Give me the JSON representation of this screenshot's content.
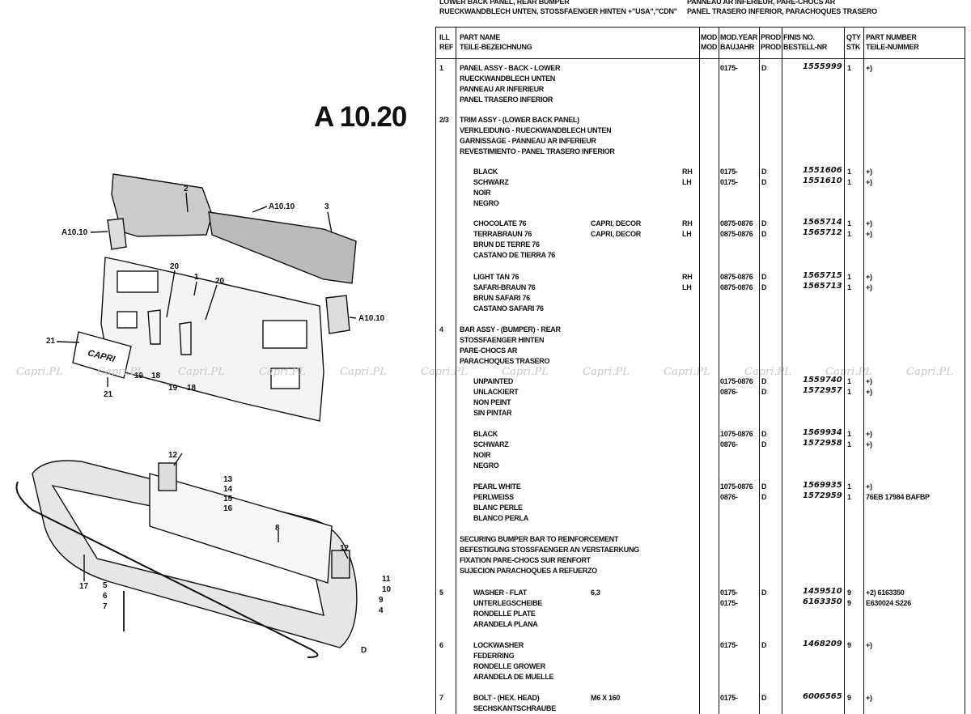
{
  "header": {
    "left_line1": "LOWER BACK PANEL, REAR BUMPER",
    "left_line2": "RUECKWANDBLECH UNTEN, STOSSFAENGER HINTEN +\"USA\",\"CDN\"",
    "right_line1": "PANNEAU AR INFERIEUR, PARE-CHOCS AR",
    "right_line2": "PANEL TRASERO INFERIOR, PARACHOQUES TRASERO"
  },
  "section_code": "A 10.20",
  "diagram": {
    "callouts": [
      "1",
      "2",
      "3",
      "4",
      "5",
      "6",
      "7",
      "8",
      "9",
      "10",
      "11",
      "12",
      "13",
      "14",
      "15",
      "16",
      "17",
      "18",
      "19",
      "20",
      "21"
    ],
    "refs": [
      "A10.10",
      "A10.10",
      "A10.10"
    ],
    "plate_text": "CAPRI",
    "corner_label": "D"
  },
  "watermark": "Capri.PL",
  "columns": {
    "ill_ref": [
      "ILL",
      "REF"
    ],
    "part_name": [
      "PART NAME",
      "TEILE-BEZEICHNUNG"
    ],
    "mod": [
      "MOD",
      "MOD"
    ],
    "mod_year": [
      "MOD.YEAR",
      "BAUJAHR"
    ],
    "prod": [
      "PROD",
      "PROD"
    ],
    "finis": [
      "FINIS NO.",
      "BESTELL-NR"
    ],
    "qty": [
      "QTY",
      "STK"
    ],
    "part_number": [
      "PART NUMBER",
      "TEILE-NUMMER"
    ]
  },
  "rows": [
    {
      "ref": "1",
      "names": [
        "PANEL ASSY - BACK - LOWER",
        "RUECKWANDBLECH UNTEN",
        "PANNEAU AR INFERIEUR",
        "PANEL TRASERO INFERIOR"
      ],
      "mod": "",
      "side": "",
      "lines": [
        {
          "year": "0175-",
          "prod": "D",
          "finis": "1555999",
          "qty": "1",
          "pn": "+)"
        }
      ]
    },
    {
      "ref": "2/3",
      "names": [
        "TRIM ASSY - (LOWER BACK PANEL)",
        "VERKLEIDUNG - RUECKWANDBLECH UNTEN",
        "GARNISSAGE - PANNEAU AR INFERIEUR",
        "REVESTIMIENTO - PANEL TRASERO INFERIOR"
      ],
      "mod": "",
      "side": "",
      "lines": []
    },
    {
      "ref": "",
      "names": [
        "BLACK",
        "SCHWARZ",
        "NOIR",
        "NEGRO"
      ],
      "mod": "",
      "sides": [
        "RH",
        "LH"
      ],
      "lines": [
        {
          "year": "0175-",
          "prod": "D",
          "finis": "1551606",
          "qty": "1",
          "pn": "+)"
        },
        {
          "year": "0175-",
          "prod": "D",
          "finis": "1551610",
          "qty": "1",
          "pn": "+)"
        }
      ]
    },
    {
      "ref": "",
      "names": [
        "CHOCOLATE 76",
        "TERRABRAUN 76",
        "BRUN DE TERRE 76",
        "CASTANO DE TIERRA 76"
      ],
      "mods": [
        "CAPRI, DECOR",
        "CAPRI, DECOR"
      ],
      "sides": [
        "RH",
        "LH"
      ],
      "lines": [
        {
          "year": "0875-0876",
          "prod": "D",
          "finis": "1565714",
          "qty": "1",
          "pn": "+)"
        },
        {
          "year": "0875-0876",
          "prod": "D",
          "finis": "1565712",
          "qty": "1",
          "pn": "+)"
        }
      ]
    },
    {
      "ref": "",
      "names": [
        "LIGHT TAN 76",
        "SAFARI-BRAUN 76",
        "BRUN SAFARI 76",
        "CASTANO SAFARI 76"
      ],
      "sides": [
        "RH",
        "LH"
      ],
      "lines": [
        {
          "year": "0875-0876",
          "prod": "D",
          "finis": "1565715",
          "qty": "1",
          "pn": "+)"
        },
        {
          "year": "0875-0876",
          "prod": "D",
          "finis": "1565713",
          "qty": "1",
          "pn": "+)"
        }
      ]
    },
    {
      "ref": "4",
      "names": [
        "BAR ASSY - (BUMPER) - REAR",
        "STOSSFAENGER HINTEN",
        "PARE-CHOCS AR",
        "PARACHOQUES TRASERO"
      ],
      "lines": []
    },
    {
      "ref": "",
      "names": [
        "UNPAINTED",
        "UNLACKIERT",
        "NON PEINT",
        "SIN PINTAR"
      ],
      "lines": [
        {
          "year": "0175-0876",
          "prod": "D",
          "finis": "1559740",
          "qty": "1",
          "pn": "+)"
        },
        {
          "year": "0876-",
          "prod": "D",
          "finis": "1572957",
          "qty": "1",
          "pn": "+)"
        }
      ]
    },
    {
      "ref": "",
      "names": [
        "BLACK",
        "SCHWARZ",
        "NOIR",
        "NEGRO"
      ],
      "lines": [
        {
          "year": "1075-0876",
          "prod": "D",
          "finis": "1569934",
          "qty": "1",
          "pn": "+)"
        },
        {
          "year": "0876-",
          "prod": "D",
          "finis": "1572958",
          "qty": "1",
          "pn": "+)"
        }
      ]
    },
    {
      "ref": "",
      "names": [
        "PEARL WHITE",
        "PERLWEISS",
        "BLANC PERLE",
        "BLANCO PERLA"
      ],
      "lines": [
        {
          "year": "1075-0876",
          "prod": "D",
          "finis": "1569935",
          "qty": "1",
          "pn": "+)"
        },
        {
          "year": "0876-",
          "prod": "D",
          "finis": "1572959",
          "qty": "1",
          "pn": "76EB 17984 BAFBP"
        }
      ]
    },
    {
      "ref": "",
      "names": [
        "SECURING BUMPER BAR TO REINFORCEMENT",
        "BEFESTIGUNG STOSSFAENGER AN VERSTAERKUNG",
        "FIXATION PARE-CHOCS SUR RENFORT",
        "SUJECION PARACHOQUES A REFUERZO"
      ],
      "lines": []
    },
    {
      "ref": "5",
      "names": [
        "WASHER - FLAT",
        "UNTERLEGSCHEIBE",
        "RONDELLE PLATE",
        "ARANDELA PLANA"
      ],
      "mods": [
        "6,3"
      ],
      "lines": [
        {
          "year": "0175-",
          "prod": "D",
          "finis": "1459510",
          "qty": "9",
          "pn": "+2) 6163350"
        },
        {
          "year": "0175-",
          "prod": "",
          "finis": "6163350",
          "qty": "9",
          "pn": "E630024 S226"
        }
      ]
    },
    {
      "ref": "6",
      "names": [
        "LOCKWASHER",
        "FEDERRING",
        "RONDELLE GROWER",
        "ARANDELA DE MUELLE"
      ],
      "lines": [
        {
          "year": "0175-",
          "prod": "D",
          "finis": "1468209",
          "qty": "9",
          "pn": "+)"
        }
      ]
    },
    {
      "ref": "7",
      "names": [
        "BOLT - (HEX. HEAD)",
        "SECHSKANTSCHRAUBE"
      ],
      "mods": [
        "M6 X 160"
      ],
      "lines": [
        {
          "year": "0175-",
          "prod": "D",
          "finis": "6006565",
          "qty": "9",
          "pn": "+)"
        }
      ]
    }
  ]
}
